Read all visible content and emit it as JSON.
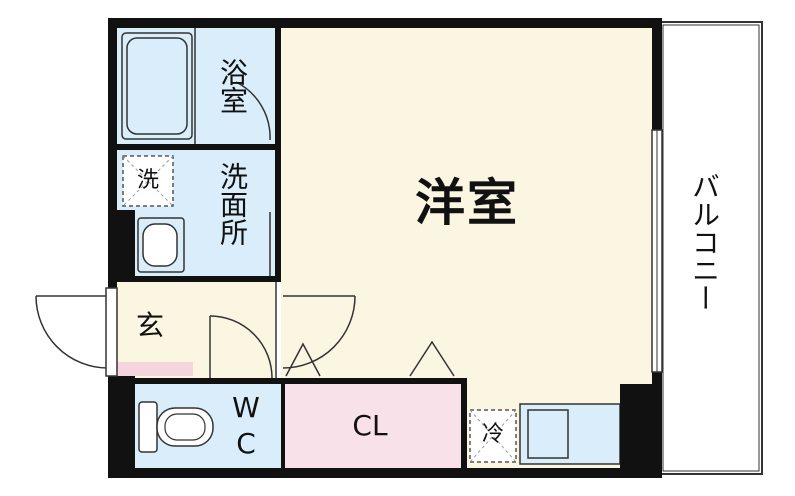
{
  "rooms": {
    "western_room": "洋室",
    "bathroom": "浴室",
    "washroom": "洗面所",
    "entrance": "玄",
    "toilet_w": "W",
    "toilet_c": "C",
    "closet": "CL",
    "balcony": "バルコニー"
  },
  "appliances": {
    "washer": "洗",
    "fridge": "冷"
  },
  "colors": {
    "wall": "#111111",
    "western_floor": "#fbf6e2",
    "wet_area": "#d9eefa",
    "closet": "#f8e1e8",
    "entrance_step": "#f5d4de",
    "balcony": "#ffffff"
  }
}
